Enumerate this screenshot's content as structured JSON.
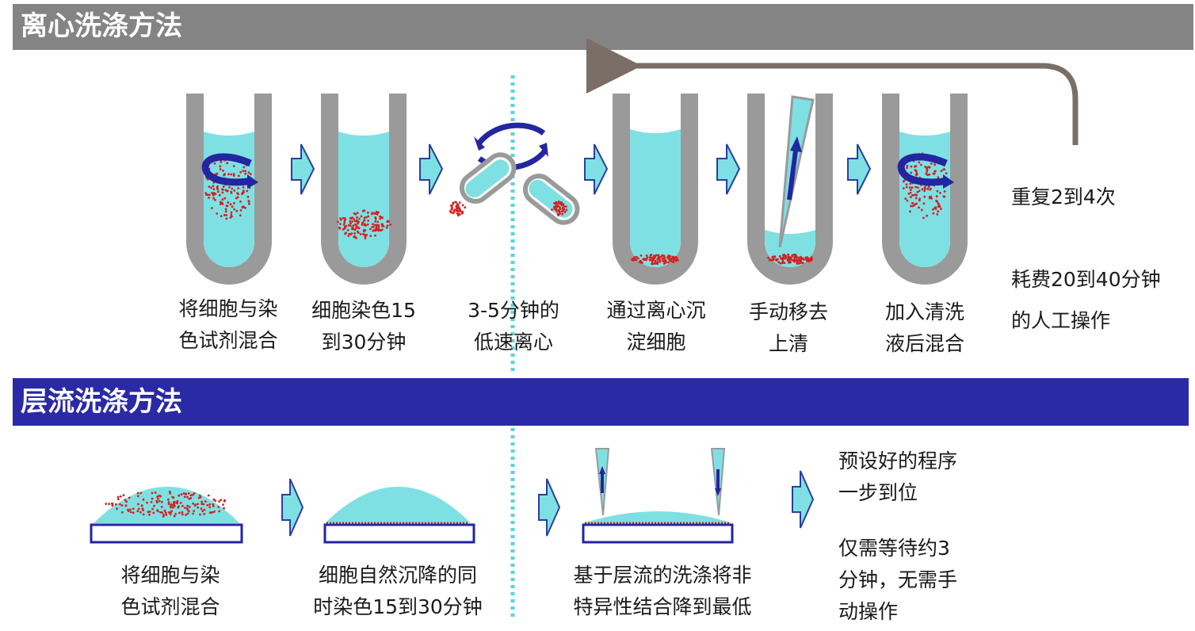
{
  "sections": {
    "centrifuge": {
      "title": "离心洗涤方法",
      "steps": [
        {
          "line1": "将细胞与染",
          "line2": "色试剂混合"
        },
        {
          "line1": "细胞染色15",
          "line2": "到30分钟"
        },
        {
          "line1": "3-5分钟的",
          "line2": "低速离心"
        },
        {
          "line1": "通过离心沉",
          "line2": "淀细胞"
        },
        {
          "line1": "手动移去",
          "line2": "上清"
        },
        {
          "line1": "加入清洗",
          "line2": "液后混合"
        }
      ],
      "repeat_note": "重复2到4次",
      "time_note_line1": "耗费20到40分钟",
      "time_note_line2": "的人工操作"
    },
    "laminar": {
      "title": "层流洗涤方法",
      "steps": [
        {
          "line1": "将细胞与染",
          "line2": "色试剂混合"
        },
        {
          "line1": "细胞自然沉降的同",
          "line2": "时染色15到30分钟"
        },
        {
          "line1": "基于层流的洗涤将非",
          "line2": "特异性结合降到最低"
        }
      ],
      "note1_line1": "预设好的程序",
      "note1_line2": "一步到位",
      "note2_line1": "仅需等待约3",
      "note2_line2": "分钟，无需手",
      "note2_line3": "动操作"
    }
  },
  "colors": {
    "top_banner": "#848484",
    "bottom_banner": "#2a29a6",
    "liquid": "#7fe0e3",
    "tube_wall": "#9a9a9a",
    "cells": "#d42020",
    "step_arrow": "#7fe0e3",
    "step_arrow_outline": "#2a3fa0",
    "swirl": "#2326a0",
    "loop_arrow": "#7a6e66",
    "divider": "#55d6dc"
  }
}
